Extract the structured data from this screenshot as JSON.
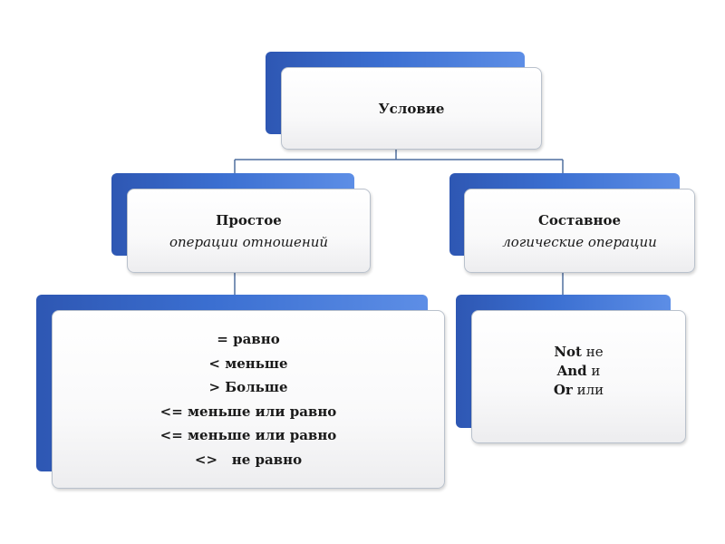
{
  "colors": {
    "accent_back": "#3b6fd1",
    "connector": "#4f6f9f",
    "card_border": "#b9c1cc"
  },
  "root": {
    "title": "Условие"
  },
  "simple": {
    "title": "Простое",
    "subtitle": "операции отношений"
  },
  "compound": {
    "title": "Составное",
    "subtitle": "логические операции"
  },
  "relations": {
    "items": [
      "= равно",
      "< меньше",
      "> Больше",
      "<= меньше или равно",
      "<= меньше или равно",
      "<>   не равно"
    ]
  },
  "logical": {
    "items": [
      {
        "keyword": "Not",
        "meaning": " не"
      },
      {
        "keyword": "And",
        "meaning": " и"
      },
      {
        "keyword": "Or",
        "meaning": " или"
      }
    ]
  }
}
